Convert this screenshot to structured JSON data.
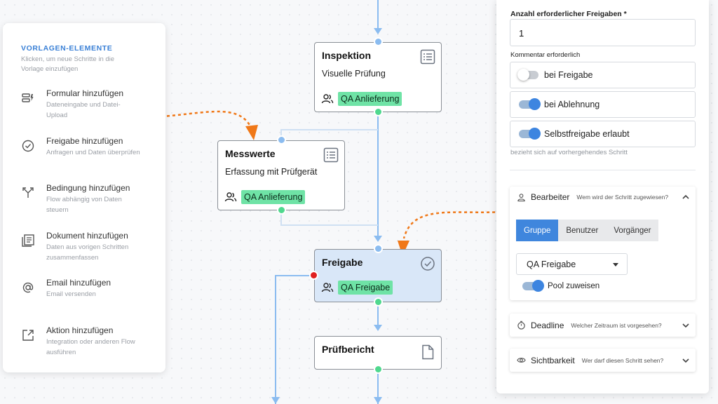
{
  "left_panel": {
    "title": "VORLAGEN-ELEMENTE",
    "subtitle": "Klicken, um neue Schritte in die Vorlage einzufügen",
    "items": [
      {
        "icon": "form-icon",
        "title": "Formular hinzufügen",
        "desc": "Dateneingabe und Datei-Upload"
      },
      {
        "icon": "check-circle-icon",
        "title": "Freigabe hinzufügen",
        "desc": "Anfragen und Daten überprüfen"
      },
      {
        "icon": "branch-icon",
        "title": "Bedingung hinzufügen",
        "desc": "Flow abhängig von Daten steuern"
      },
      {
        "icon": "document-icon",
        "title": "Dokument hinzufügen",
        "desc": "Daten aus vorigen Schritten zusammenfassen"
      },
      {
        "icon": "at-icon",
        "title": "Email hinzufügen",
        "desc": "Email versenden"
      },
      {
        "icon": "external-link-icon",
        "title": "Aktion hinzufügen",
        "desc": "Integration oder anderen Flow ausführen"
      }
    ]
  },
  "nodes": {
    "inspektion": {
      "title": "Inspektion",
      "subtitle": "Visuelle Prüfung",
      "assignee": "QA Anlieferung",
      "icon": "form-list-icon"
    },
    "messwerte": {
      "title": "Messwerte",
      "subtitle": "Erfassung mit Prüfgerät",
      "assignee": "QA Anlieferung",
      "icon": "form-list-icon"
    },
    "freigabe": {
      "title": "Freigabe",
      "assignee": "QA Freigabe",
      "icon": "check-circle-icon"
    },
    "pruefbericht": {
      "title": "Prüfbericht",
      "icon": "file-icon"
    }
  },
  "right_panel": {
    "approvals_label": "Anzahl erforderlicher Freigaben *",
    "approvals_value": "1",
    "comment_label": "Kommentar erforderlich",
    "toggles": [
      {
        "label": "bei Freigabe",
        "on": false
      },
      {
        "label": "bei Ablehnung",
        "on": true
      },
      {
        "label": "Selbstfreigabe erlaubt",
        "on": true
      }
    ],
    "hint": "bezieht sich auf vorhergehendes Schritt",
    "bearbeiter": {
      "title": "Bearbeiter",
      "question": "Wem wird der Schritt zugewiesen?",
      "tabs": [
        "Gruppe",
        "Benutzer",
        "Vorgänger"
      ],
      "active_tab": "Gruppe",
      "selected": "QA Freigabe",
      "pool_label": "Pool zuweisen",
      "pool_on": true
    },
    "deadline": {
      "title": "Deadline",
      "question": "Welcher Zeitraum ist vorgesehen?"
    },
    "sichtbarkeit": {
      "title": "Sichtbarkeit",
      "question": "Wer darf diesen Schritt sehen?"
    }
  },
  "colors": {
    "accent": "#3f86dd",
    "tag_green": "#6fe3a6",
    "port_blue": "#8bbcf0",
    "port_green": "#4fd88e",
    "port_red": "#e02020",
    "annotation_orange": "#f07818",
    "active_node": "#d9e7f8"
  }
}
